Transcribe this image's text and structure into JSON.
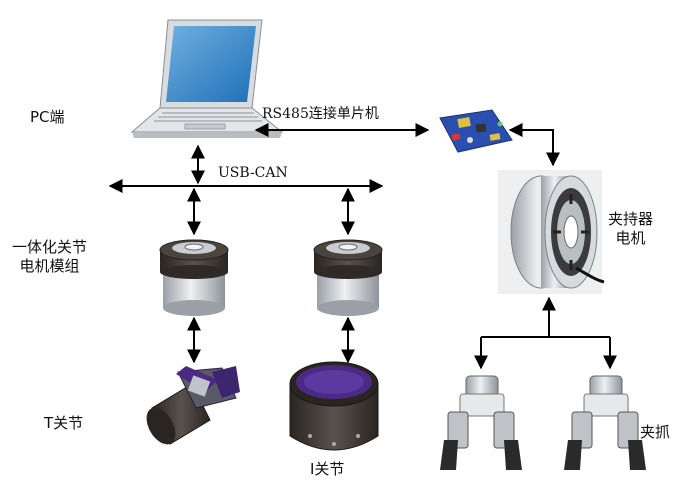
{
  "labels": {
    "pc": "PC端",
    "rs485": "RS485连接单片机",
    "usb_can": "USB-CAN",
    "integrated_module": "一体化关节\n电机模组",
    "gripper_motor": "夹持器\n电机",
    "t_joint": "T关节",
    "i_joint": "I关节",
    "gripper_claw": "夹抓"
  },
  "colors": {
    "arrow": "#000000",
    "aluminum": "#c9cdd2",
    "dark_metal": "#3a3430",
    "purple_accent": "#4b2a86",
    "pcb_blue": "#2a4fb0"
  }
}
